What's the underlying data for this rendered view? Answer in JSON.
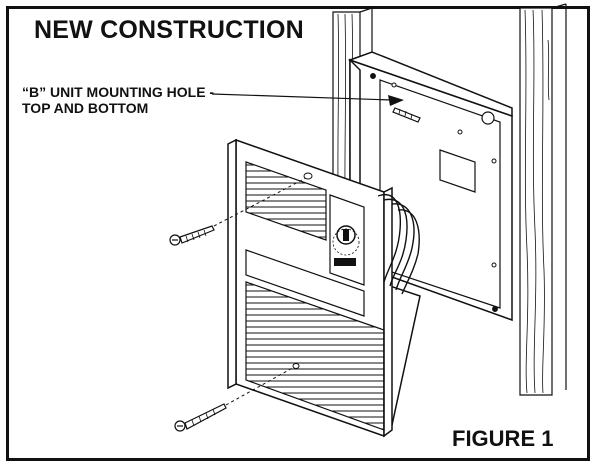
{
  "diagram": {
    "title": "NEW CONSTRUCTION",
    "callout": {
      "line1": "“B” UNIT MOUNTING HOLE -",
      "line2": "TOP AND BOTTOM"
    },
    "figure_label": "FIGURE 1"
  }
}
